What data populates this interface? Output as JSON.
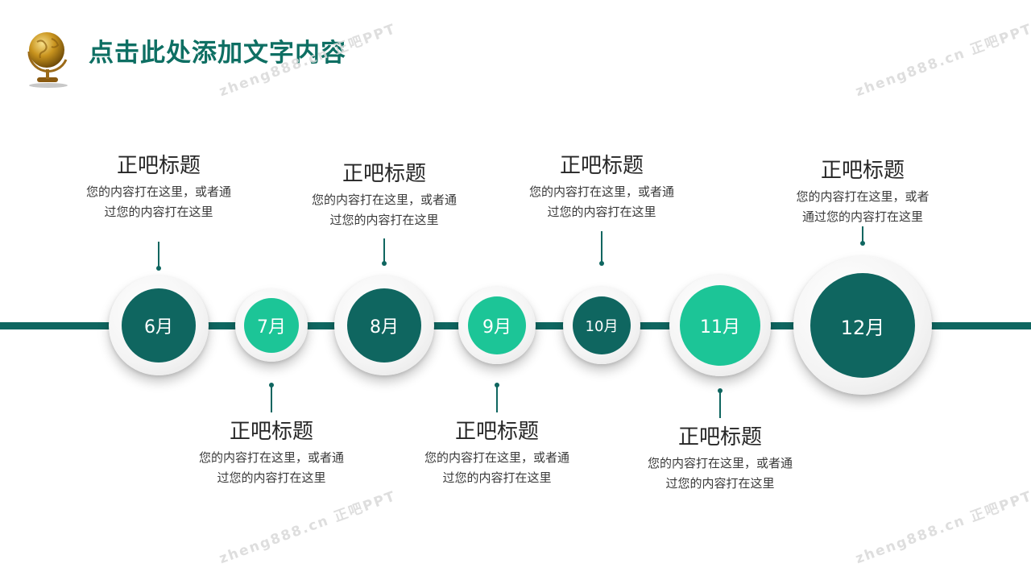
{
  "header": {
    "title": "点击此处添加文字内容",
    "icon": "globe-icon"
  },
  "colors": {
    "dark": "#0f6660",
    "light": "#1cc597",
    "title": "#0e6f63"
  },
  "watermark": "zheng888.cn 正吧PPT",
  "timeline": [
    {
      "month": "6月",
      "style": "dark",
      "title": "正吧标题",
      "desc1": "您的内容打在这里，或者通",
      "desc2": "过您的内容打在这里"
    },
    {
      "month": "7月",
      "style": "light",
      "title": "正吧标题",
      "desc1": "您的内容打在这里，或者通",
      "desc2": "过您的内容打在这里"
    },
    {
      "month": "8月",
      "style": "dark",
      "title": "正吧标题",
      "desc1": "您的内容打在这里，或者通",
      "desc2": "过您的内容打在这里"
    },
    {
      "month": "9月",
      "style": "light",
      "title": "正吧标题",
      "desc1": "您的内容打在这里，或者通",
      "desc2": "过您的内容打在这里"
    },
    {
      "month": "10月",
      "style": "dark",
      "title": "正吧标题",
      "desc1": "您的内容打在这里，或者通",
      "desc2": "过您的内容打在这里"
    },
    {
      "month": "11月",
      "style": "light",
      "title": "正吧标题",
      "desc1": "您的内容打在这里，或者通",
      "desc2": "过您的内容打在这里"
    },
    {
      "month": "12月",
      "style": "dark",
      "title": "正吧标题",
      "desc1": "您的内容打在这里，或者",
      "desc2": "通过您的内容打在这里"
    }
  ]
}
